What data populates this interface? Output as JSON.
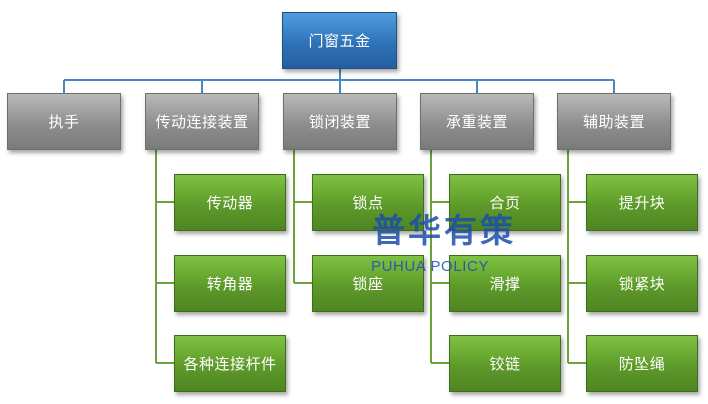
{
  "root": {
    "label": "门窗五金"
  },
  "categories": [
    {
      "label": "执手",
      "children": []
    },
    {
      "label": "传动连接装置",
      "children": [
        "传动器",
        "转角器",
        "各种连接杆件"
      ]
    },
    {
      "label": "锁闭装置",
      "children": [
        "锁点",
        "锁座"
      ]
    },
    {
      "label": "承重装置",
      "children": [
        "合页",
        "滑撑",
        "铰链"
      ]
    },
    {
      "label": "辅助装置",
      "children": [
        "提升块",
        "锁紧块",
        "防坠绳"
      ]
    }
  ],
  "watermark": {
    "cn": "普华有策",
    "en": "PUHUA POLICY"
  },
  "colors": {
    "root": "#2f72b8",
    "category": "#8e8e8e",
    "leaf": "#5e9a2a",
    "connector_top": "#4a86c0",
    "connector_leaf": "#6aa33a"
  }
}
